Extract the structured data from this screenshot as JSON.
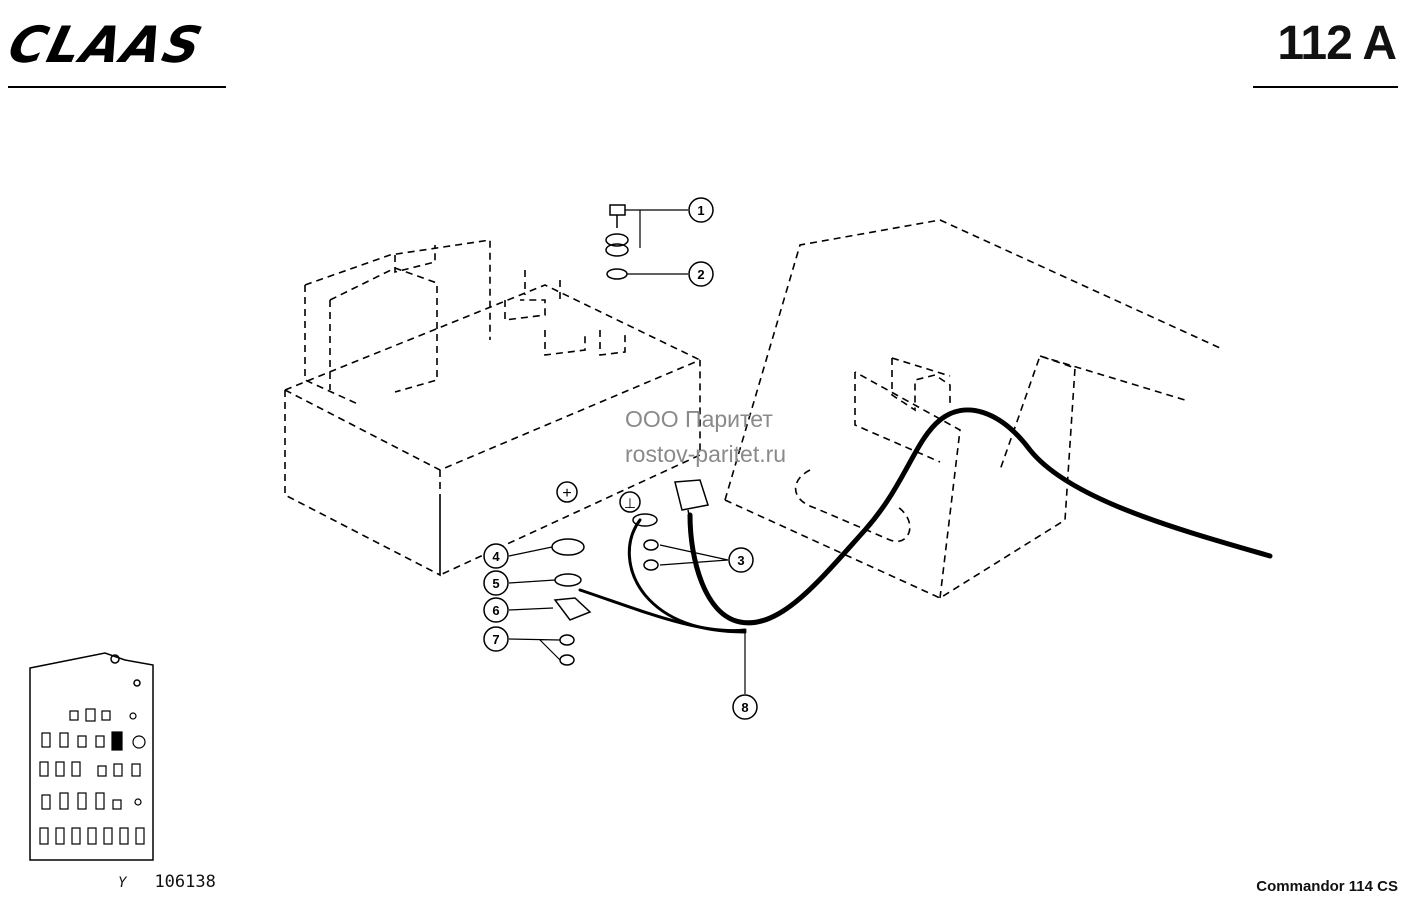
{
  "header": {
    "brand": "CLAAS",
    "sheet_number": "112 A"
  },
  "watermark": {
    "line1": "ООО Паритет",
    "line2": "rostov-paritet.ru"
  },
  "diagram": {
    "callouts": [
      "1",
      "2",
      "3",
      "4",
      "5",
      "6",
      "7",
      "8"
    ],
    "polarity_positive": "+",
    "polarity_ground": "⊥"
  },
  "footer": {
    "drawing_prefix": "Y",
    "drawing_number": "106138",
    "model": "Commandor 114 CS"
  }
}
